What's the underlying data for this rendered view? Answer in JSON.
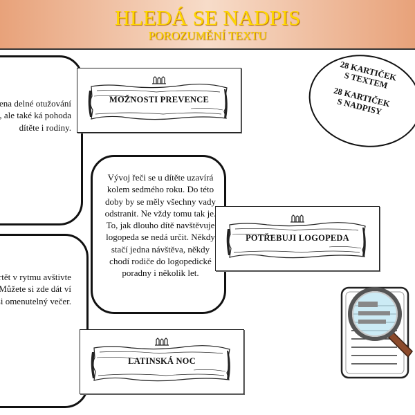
{
  "header": {
    "title": "HLEDÁ SE NADPIS",
    "subtitle": "POROZUMĚNÍ TEXTU"
  },
  "cards": {
    "card1_text": "důležitá je také adná hygiena delné otužování odstatná je nejen aktivita, ale také ká pohoda dítěte i rodiny.",
    "card2_text": "Vývoj řeči se u dítěte uzavírá kolem sedmého roku. Do této doby by se měly všechny vady odstranit. Ne vždy tomu tak je. To, jak dlouho dítě navštěvuje logopeda se nedá určit. Někdy stačí jedna návštěva, někdy chodí rodiče do logopedické poradny i několik let.",
    "card3_text": "e chcete každou zavrtět v rytmu avštivte večerní ý taneční klub Můžete si zde dát ví koktejl a užít si omenutelný večer."
  },
  "labels": {
    "label1": "MOŽNOSTI PREVENCE",
    "label2": "POTŘEBUJI LOGOPEDA",
    "label3": "LATINSKÁ NOC"
  },
  "ellipse": {
    "line1": "28 KARTIČEK",
    "line2": "S TEXTEM",
    "line3": "28 KARTIČEK",
    "line4": "S NADPISY"
  },
  "icons": {
    "sign": "wooden-sign-icon",
    "magnifier": "magnifier-document-icon"
  },
  "colors": {
    "header_gradient_edge": "#e8a27a",
    "header_gradient_center": "#f7dcc9",
    "title_text": "#ffd700",
    "magnifier_handle": "#8b4a2b",
    "magnifier_lens": "#bfe6f2"
  }
}
